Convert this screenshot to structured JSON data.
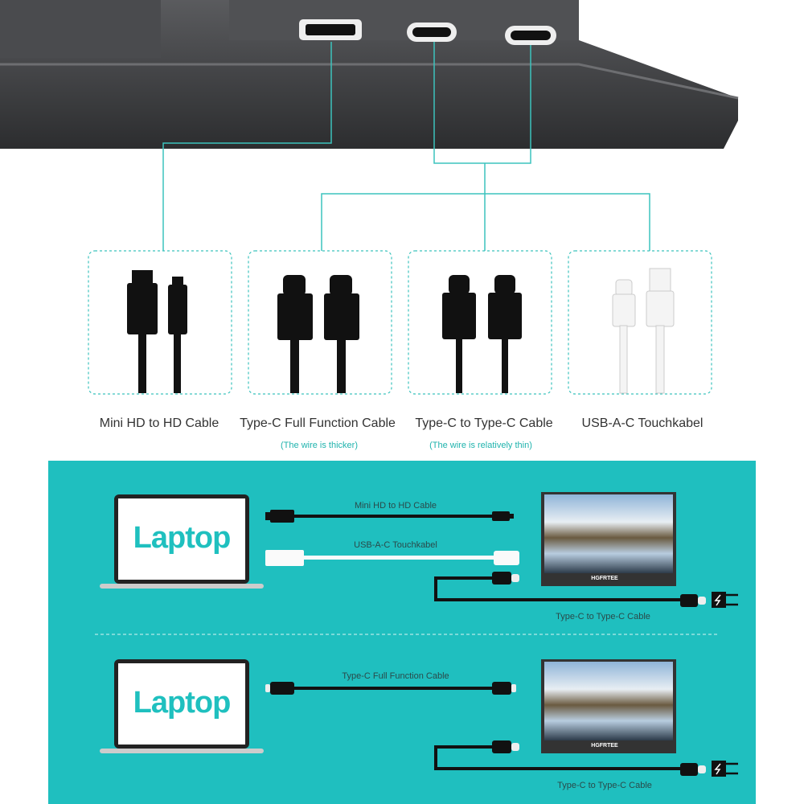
{
  "colors": {
    "accent": "#3cc3bd",
    "panel": "#1fbfbf",
    "monitor": "#3a3b3d"
  },
  "cables": [
    {
      "name": "Mini HD to HD Cable",
      "note": ""
    },
    {
      "name": "Type-C Full Function Cable",
      "note": "(The wire is thicker)"
    },
    {
      "name": "Type-C to Type-C Cable",
      "note": "(The wire is relatively thin)"
    },
    {
      "name": "USB-A-C Touchkabel",
      "note": ""
    }
  ],
  "setup1": {
    "device": "Laptop",
    "cable1": "Mini HD to HD Cable",
    "cable2": "USB-A-C Touchkabel",
    "power_cable": "Type-C to Type-C Cable",
    "brand": "HGFRTEE"
  },
  "setup2": {
    "device": "Laptop",
    "cable1": "Type-C Full Function Cable",
    "power_cable": "Type-C to Type-C Cable",
    "brand": "HGFRTEE"
  }
}
